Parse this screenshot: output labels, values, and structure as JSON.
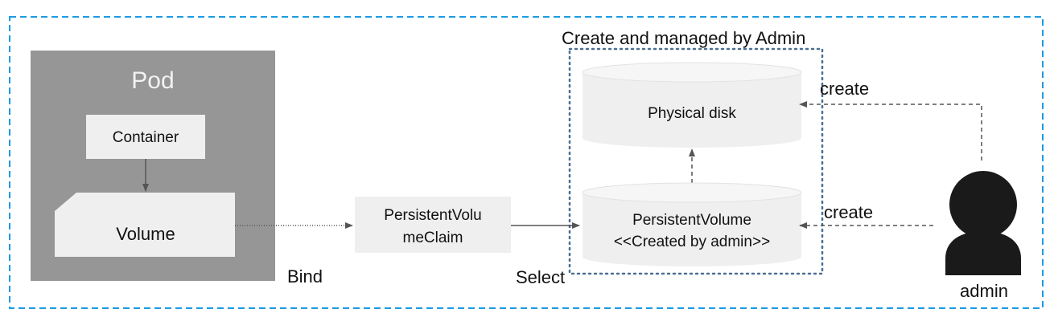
{
  "diagram": {
    "admin_area_title": "Create and managed by Admin",
    "pod": {
      "title": "Pod",
      "container": "Container",
      "volume": "Volume"
    },
    "pvc": {
      "line1": "PersistentVolu",
      "line2": "meClaim"
    },
    "physical_disk": "Physical disk",
    "pv": {
      "line1": "PersistentVolume",
      "line2": "<<Created by admin>>"
    },
    "edges": {
      "bind": "Bind",
      "select": "Select",
      "create_disk": "create",
      "create_pv": "create"
    },
    "actor": {
      "label": "admin",
      "icon": "person-icon"
    },
    "colors": {
      "outer_border": "#1b9be3",
      "admin_border": "#4a6f94",
      "pod_fill": "#969696",
      "box_fill": "#efefef",
      "cylinder_top": "#f6f6f6",
      "arrow": "#555555",
      "person": "#1a1a1a"
    }
  }
}
